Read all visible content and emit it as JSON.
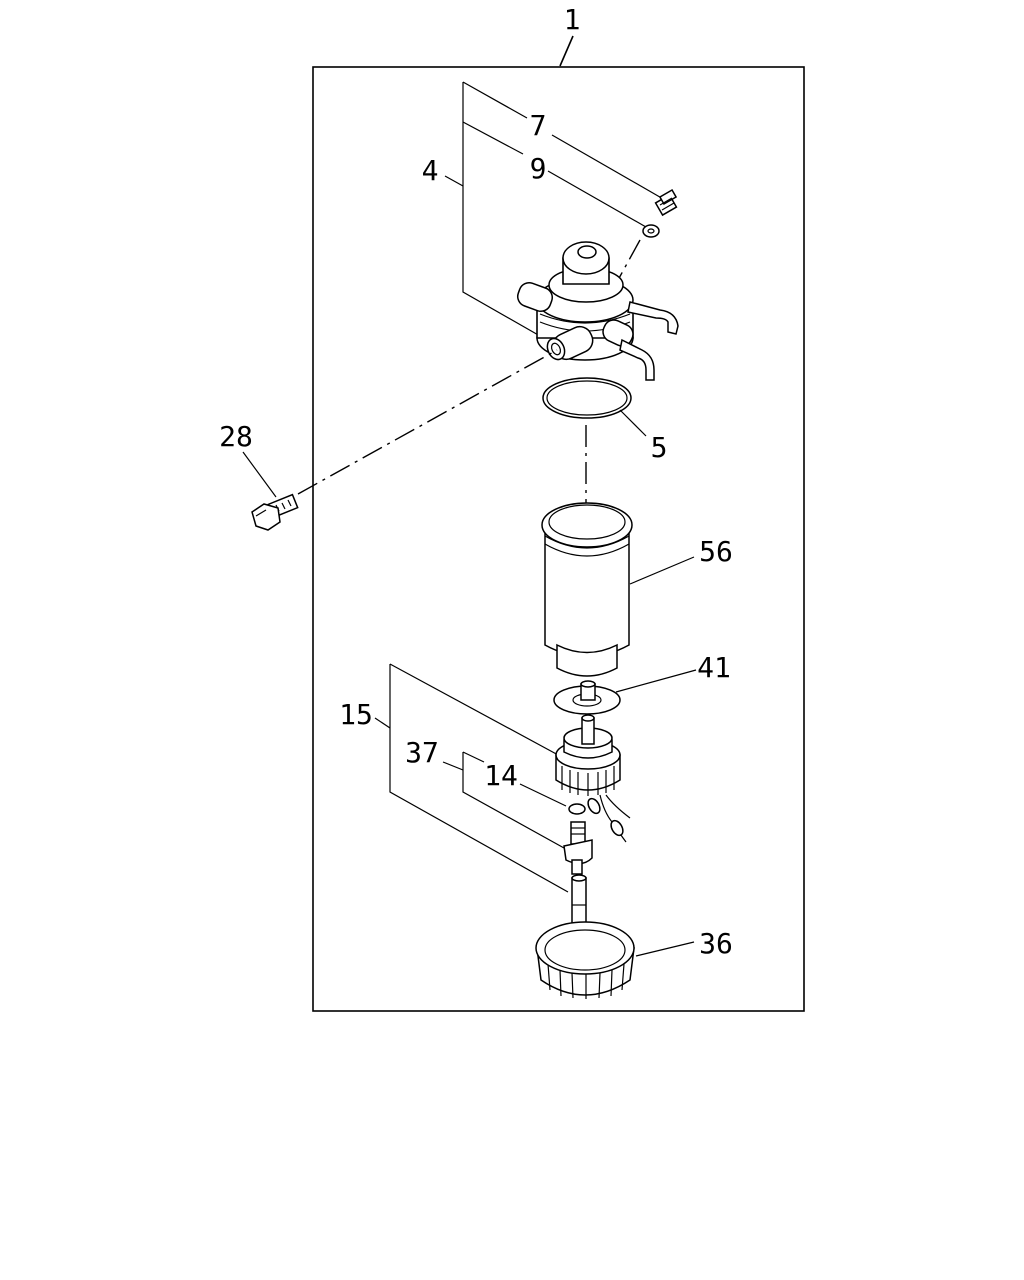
{
  "diagram": {
    "assembly_number": "1",
    "callouts": {
      "c7": "7",
      "c9": "9",
      "c4": "4",
      "c28": "28",
      "c5": "5",
      "c56": "56",
      "c41": "41",
      "c15": "15",
      "c37": "37",
      "c14": "14",
      "c36": "36"
    }
  }
}
